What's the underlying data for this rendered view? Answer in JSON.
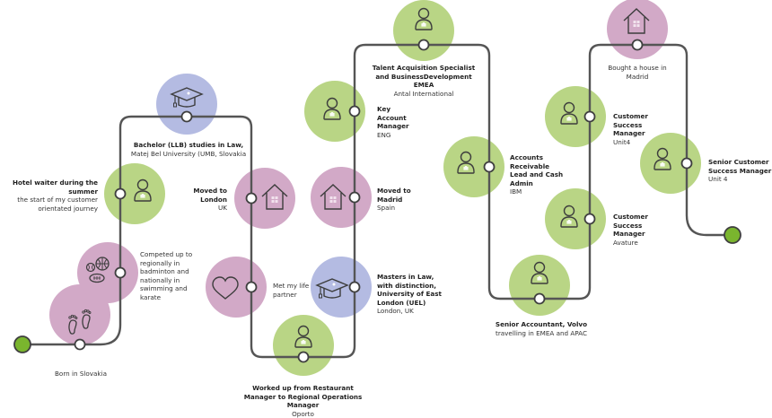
{
  "colors": {
    "green": "#b9d585",
    "pink": "#d2a9c7",
    "lavender": "#b4bbe2",
    "line": "#555555",
    "endpoint": "#7ab52e",
    "icon_stroke": "#3d3d3d"
  },
  "milestones": [
    {
      "id": "born",
      "title": "",
      "subtitle": "Born in Slovakia",
      "icon": "footprints-icon",
      "color": "pink"
    },
    {
      "id": "sports",
      "title": "",
      "subtitle": "Competed up to regionally in badminton and nationally in swimming and karate",
      "icon": "sports-balls-icon",
      "color": "pink"
    },
    {
      "id": "hotel",
      "title": "Hotel waiter during the summer",
      "subtitle": "the start of my customer orientated journey",
      "icon": "person-briefcase-icon",
      "color": "green"
    },
    {
      "id": "bachelor",
      "title": "Bachelor (LLB) studies in Law,",
      "subtitle": "Matej Bel University (UMB, Slovakia",
      "icon": "graduation-cap-icon",
      "color": "lavender"
    },
    {
      "id": "london",
      "title": "Moved to London",
      "subtitle": "UK",
      "icon": "house-icon",
      "color": "pink"
    },
    {
      "id": "partner",
      "title": "",
      "subtitle": "Met my life partner",
      "icon": "heart-icon",
      "color": "pink"
    },
    {
      "id": "oporto",
      "title": "Worked up from Restaurant Manager to Regional Operations Manager",
      "subtitle": "Oporto",
      "icon": "person-briefcase-icon",
      "color": "green"
    },
    {
      "id": "masters",
      "title": "Masters in Law, with distinction, University of East London (UEL)",
      "subtitle": "London, UK",
      "icon": "graduation-cap-icon",
      "color": "lavender"
    },
    {
      "id": "madrid",
      "title": "Moved to Madrid",
      "subtitle": "Spain",
      "icon": "house-icon",
      "color": "pink"
    },
    {
      "id": "eng",
      "title": "Key Account Manager",
      "subtitle": "ENG",
      "icon": "person-briefcase-icon",
      "color": "green"
    },
    {
      "id": "antal",
      "title": "Talent Acquisition Specialist and BusinessDevelopment EMEA",
      "subtitle": "Antal International",
      "icon": "person-briefcase-icon",
      "color": "green"
    },
    {
      "id": "ibm",
      "title": "Accounts Receivable Lead and Cash Admin",
      "subtitle": "IBM",
      "icon": "person-briefcase-icon",
      "color": "green"
    },
    {
      "id": "volvo",
      "title": "Senior Accountant, Volvo",
      "subtitle": "travelling in EMEA and APAC",
      "icon": "person-briefcase-icon",
      "color": "green"
    },
    {
      "id": "avature",
      "title": "Customer Success Manager",
      "subtitle": "Avature",
      "icon": "person-briefcase-icon",
      "color": "green"
    },
    {
      "id": "unit4",
      "title": "Customer Success Manager",
      "subtitle": "Unit4",
      "icon": "person-briefcase-icon",
      "color": "green"
    },
    {
      "id": "house",
      "title": "",
      "subtitle": "Bought a house in Madrid",
      "icon": "house-icon",
      "color": "pink"
    },
    {
      "id": "senior-csm",
      "title": "Senior Customer Success Manager",
      "subtitle": "Unit 4",
      "icon": "person-briefcase-icon",
      "color": "green"
    }
  ]
}
